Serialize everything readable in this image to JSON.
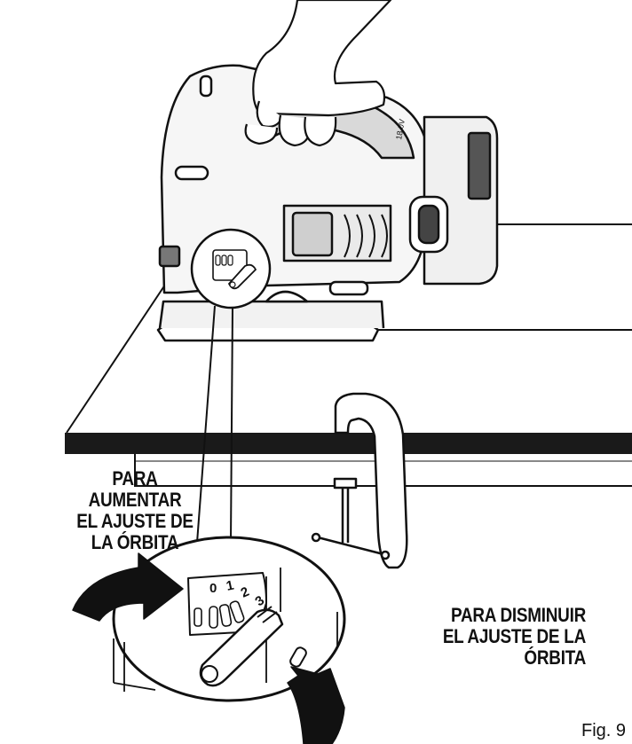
{
  "callouts": {
    "increase": {
      "lines": [
        "PARA",
        "AUMENTAR",
        "EL AJUSTE DE",
        "LA ÓRBITA"
      ]
    },
    "decrease": {
      "lines": [
        "PARA DISMINUIR",
        "EL AJUSTE DE LA",
        "ÓRBITA"
      ]
    }
  },
  "tool": {
    "battery_label": "18.0V"
  },
  "orbit_dial": {
    "settings": [
      "0",
      "1",
      "2",
      "3"
    ]
  },
  "figure": {
    "label": "Fig. 9"
  },
  "colors": {
    "ink": "#111111",
    "paper": "#ffffff",
    "tabletop": "#1a1a1a",
    "body_grey": "#f2f2f2"
  }
}
